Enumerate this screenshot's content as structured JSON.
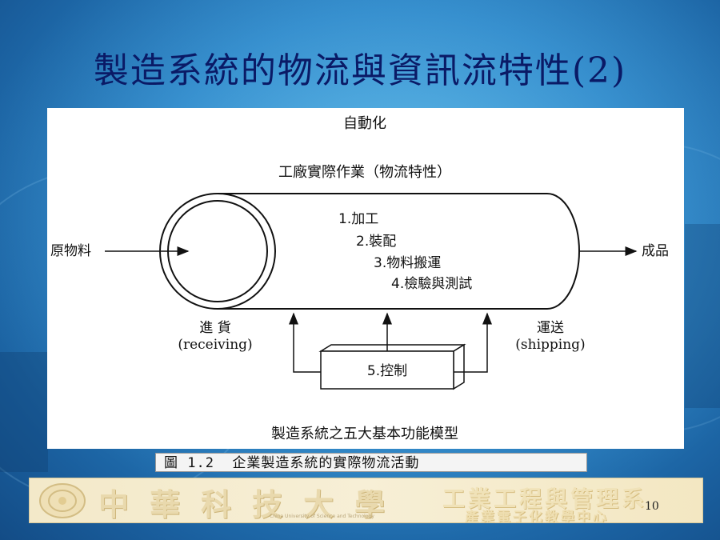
{
  "slide": {
    "title": "製造系統的物流與資訊流特性(2)",
    "page_number": "10"
  },
  "figure": {
    "top_label": "自動化",
    "subtitle": "工廠實際作業（物流特性）",
    "functions": [
      "1.加工",
      "2.裝配",
      "3.物料搬運",
      "4.檢驗與測試"
    ],
    "input_label": "原物料",
    "output_label": "成品",
    "receiving_label": "進 貨",
    "receiving_en": "(receiving)",
    "shipping_label": "運送",
    "shipping_en": "(shipping)",
    "control_label": "5.控制",
    "bottom_caption": "製造系統之五大基本功能模型"
  },
  "caption_bar": {
    "text": "圖 1.2  企業製造系統的實際物流活動"
  },
  "footer": {
    "university": "中華科技大學",
    "university_en": "China University of Science and Technology",
    "department": "工業工程與管理系",
    "department_sub": "產業電子化教學中心"
  }
}
